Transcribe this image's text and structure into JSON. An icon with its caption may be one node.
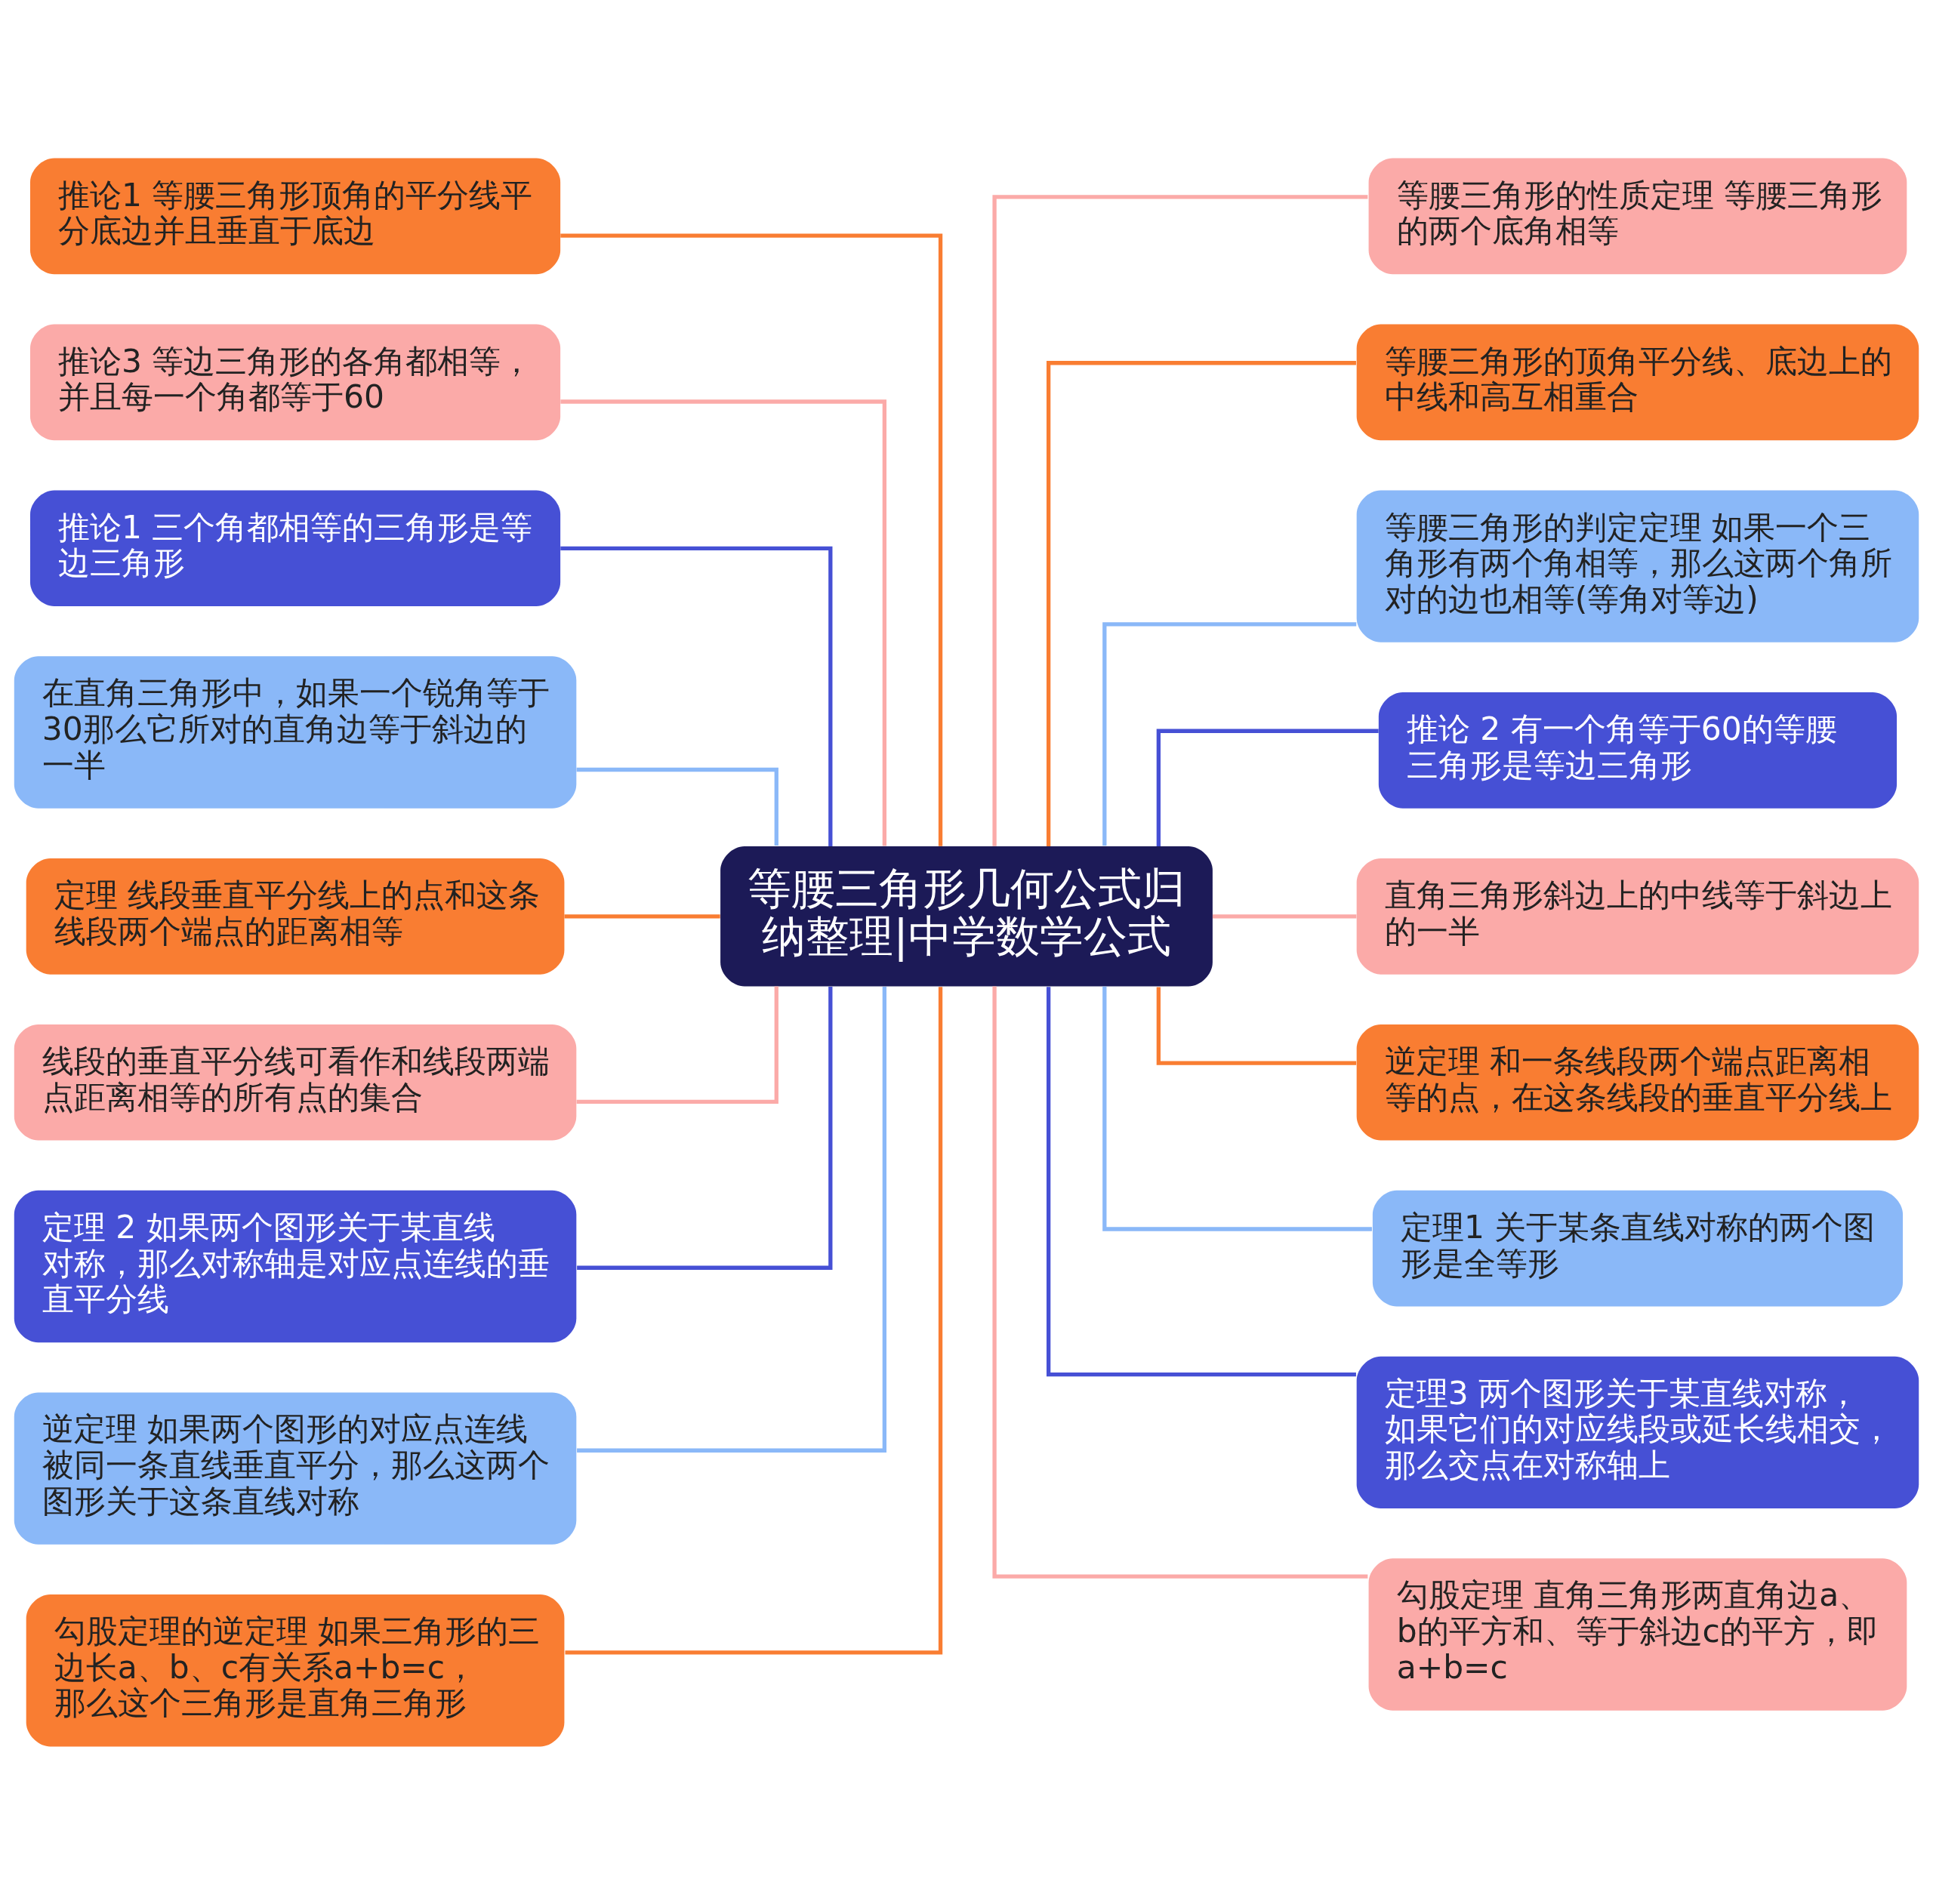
{
  "diagram": {
    "nodes": [
      {
        "text": [
          "等腰三角形几何公式归纳整理|中学数学公式"
        ]
      },
      {
        "text": [
          "推论1 等腰三角形顶角的平分线平分底边并且垂直于底边"
        ]
      },
      {
        "text": [
          "推论3 等边三角形的各角都相等，并且每一个角都等于60"
        ]
      },
      {
        "text": [
          "推论1 三个角都相等的三角形是等边三角形"
        ]
      },
      {
        "text": [
          "在直角三角形中，如果一个锐角等于30那么它所对的直角边等于斜边的一半"
        ]
      },
      {
        "text": [
          "定理 线段垂直平分线上的点和这条线段两个端点的距离相等"
        ]
      },
      {
        "text": [
          "线段的垂直平分线可看作和线段两端点距离相等的所有点的集合"
        ]
      },
      {
        "text": [
          "定理 2 如果两个图形关于某直线对称，那么对称轴是对应点连线的垂直平分线"
        ]
      },
      {
        "text": [
          "逆定理 如果两个图形的对应点连线被同一条直线垂直平分，那么这两个图形关于这条直线对称"
        ]
      },
      {
        "text": [
          "勾股定理的逆定理 如果三角形的三边长a、b、c有关系a+b=c，那么这个三角形是直角三角形"
        ]
      },
      {
        "text": [
          "等腰三角形的性质定理 等腰三角形的两个底角相等"
        ]
      },
      {
        "text": [
          "等腰三角形的顶角平分线、底边上的中线和高互相重合"
        ]
      },
      {
        "text": [
          "等腰三角形的判定定理 如果一个三角形有两个角相等，那么这两个角所对的边也相等(等角对等边)"
        ]
      },
      {
        "text": [
          "推论 2 有一个角等于60的等腰三角形是等边三角形"
        ]
      },
      {
        "text": [
          "直角三角形斜边上的中线等于斜边上的一半"
        ]
      },
      {
        "text": [
          "逆定理 和一条线段两个端点距离相等的点，在这条线段的垂直平分线上"
        ]
      },
      {
        "text": [
          "定理1 关于某条直线对称的两个图形是全等形"
        ]
      },
      {
        "text": [
          "定理3 两个图形关于某直线对称，如果它们的对应线段或延长线相交，那么交点在对称轴上"
        ]
      },
      {
        "text": [
          "勾股定理 直角三角形两直角边a、b的平方和、等于斜边c的平方，即a+b=c"
        ]
      }
    ],
    "edges": [
      {
        "from": 0,
        "to": 1,
        "arrow": "none",
        "color": "#f97d32"
      },
      {
        "from": 0,
        "to": 2,
        "arrow": "none",
        "color": "#fbaaa8"
      },
      {
        "from": 0,
        "to": 3,
        "arrow": "none",
        "color": "#4650d5"
      },
      {
        "from": 0,
        "to": 4,
        "arrow": "none",
        "color": "#8ab8f8"
      },
      {
        "from": 0,
        "to": 5,
        "arrow": "none",
        "color": "#f97d32"
      },
      {
        "from": 0,
        "to": 6,
        "arrow": "none",
        "color": "#fbaaa8"
      },
      {
        "from": 0,
        "to": 7,
        "arrow": "none",
        "color": "#4650d5"
      },
      {
        "from": 0,
        "to": 8,
        "arrow": "none",
        "color": "#8ab8f8"
      },
      {
        "from": 0,
        "to": 9,
        "arrow": "none",
        "color": "#f97d32"
      },
      {
        "from": 0,
        "to": 10,
        "arrow": "none",
        "color": "#fbaaa8"
      },
      {
        "from": 0,
        "to": 11,
        "arrow": "none",
        "color": "#f97d32"
      },
      {
        "from": 0,
        "to": 12,
        "arrow": "none",
        "color": "#8ab8f8"
      },
      {
        "from": 0,
        "to": 13,
        "arrow": "none",
        "color": "#4650d5"
      },
      {
        "from": 0,
        "to": 14,
        "arrow": "none",
        "color": "#fbaaa8"
      },
      {
        "from": 0,
        "to": 15,
        "arrow": "none",
        "color": "#f97d32"
      },
      {
        "from": 0,
        "to": 16,
        "arrow": "none",
        "color": "#8ab8f8"
      },
      {
        "from": 0,
        "to": 17,
        "arrow": "none",
        "color": "#4650d5"
      },
      {
        "from": 0,
        "to": 18,
        "arrow": "none",
        "color": "#fbaaa8"
      }
    ]
  }
}
